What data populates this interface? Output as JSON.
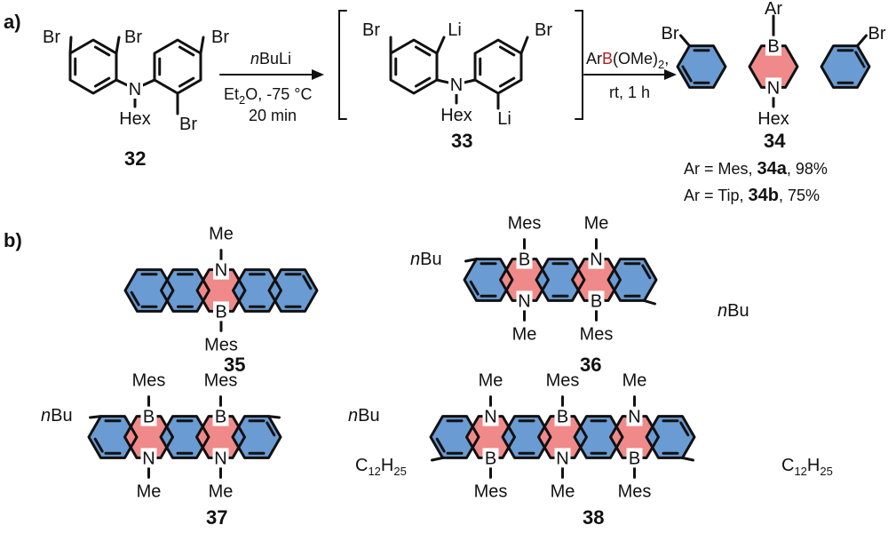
{
  "colors": {
    "benzo": "#6b9bd3",
    "azaborine": "#f08a8a",
    "boron": "#b01e23",
    "nitrogen": "#1f3f9a"
  },
  "panels": {
    "a": "a)",
    "b": "b)"
  },
  "labels": {
    "Br": "Br",
    "Li": "Li",
    "N": "N",
    "B": "B",
    "Hex": "Hex",
    "Ar": "Ar",
    "Me": "Me",
    "Mes": "Mes",
    "nBu_n": "n",
    "nBu_Bu": "Bu",
    "C12H25_C": "C",
    "C12H25_12": "12",
    "C12H25_H": "H",
    "C12H25_25": "25"
  },
  "step1": {
    "reagent_n": "n",
    "reagent_rest": "BuLi",
    "solvent_Et": "Et",
    "solvent_2": "2",
    "solvent_rest": "O, -75 °C",
    "time": "20 min"
  },
  "step2": {
    "reagent_Ar": "Ar",
    "reagent_B": "B",
    "reagent_OMe": "(OMe)",
    "reagent_2": "2",
    "reagent_comma": ",",
    "cond": "rt, 1 h"
  },
  "compounds": {
    "c32": "32",
    "c33": "33",
    "c34": "34",
    "c35": "35",
    "c36": "36",
    "c37": "37",
    "c38": "38"
  },
  "yields": [
    {
      "prefix": "Ar = Mes, ",
      "compound": "34a",
      "suffix": ", 98%"
    },
    {
      "prefix": "Ar = Tip, ",
      "compound": "34b",
      "suffix": ", 75%"
    }
  ]
}
